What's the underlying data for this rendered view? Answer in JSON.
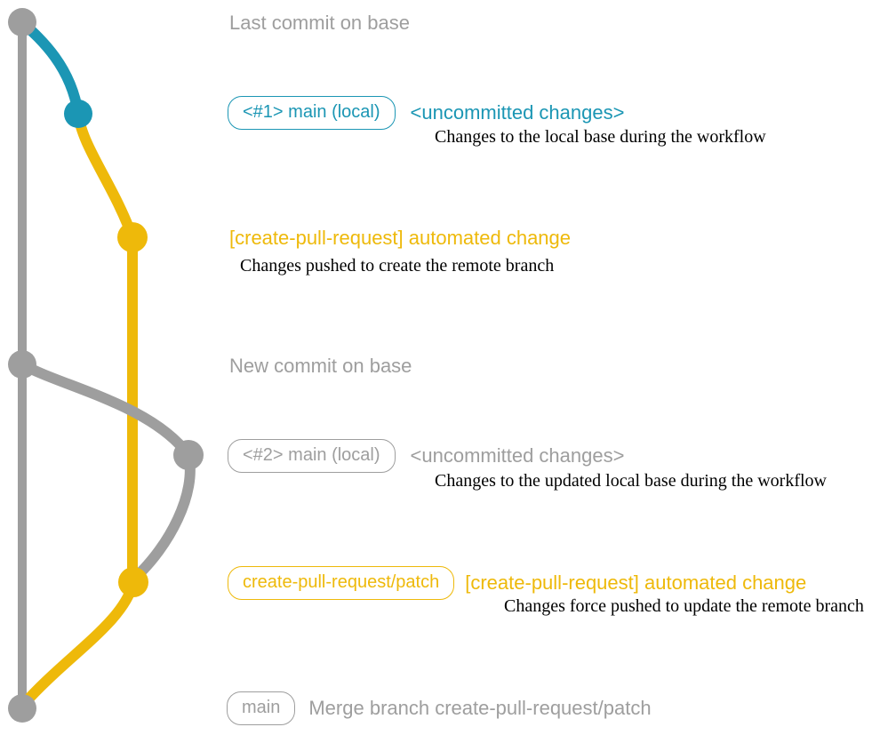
{
  "colors": {
    "gray": "#9e9e9e",
    "teal": "#1b96b4",
    "yellow": "#eeb90a",
    "ink": "#000000",
    "bg": "#ffffff"
  },
  "graph": {
    "branches": [
      {
        "name": "base",
        "color": "#9e9e9e"
      },
      {
        "name": "main (local)",
        "color": "#1b96b4"
      },
      {
        "name": "create-pull-request/patch",
        "color": "#eeb90a"
      }
    ],
    "commit_dots": [
      {
        "name": "last-commit-on-base",
        "color": "#9e9e9e"
      },
      {
        "name": "main-local-uncommitted-1",
        "color": "#1b96b4"
      },
      {
        "name": "automated-change-commit-1",
        "color": "#eeb90a"
      },
      {
        "name": "new-commit-on-base",
        "color": "#9e9e9e"
      },
      {
        "name": "main-local-uncommitted-2",
        "color": "#9e9e9e"
      },
      {
        "name": "automated-change-commit-2",
        "color": "#eeb90a"
      },
      {
        "name": "merge-commit",
        "color": "#9e9e9e"
      }
    ]
  },
  "annotations": {
    "top": {
      "heading": "Last commit on base"
    },
    "uncommitted1": {
      "tag": "<#1> main (local)",
      "status": "<uncommitted changes>",
      "note": "Changes to the local base during the workflow"
    },
    "automated1": {
      "heading": "[create-pull-request] automated change",
      "note": "Changes pushed to create the remote branch"
    },
    "new_commit": {
      "heading": "New commit on base"
    },
    "uncommitted2": {
      "tag": "<#2> main (local)",
      "status": "<uncommitted changes>",
      "note": "Changes to the updated local base during the workflow"
    },
    "automated2": {
      "tag": "create-pull-request/patch",
      "heading": "[create-pull-request] automated change",
      "note": "Changes force pushed to update the remote branch"
    },
    "merge": {
      "tag": "main",
      "message": "Merge branch create-pull-request/patch"
    }
  }
}
